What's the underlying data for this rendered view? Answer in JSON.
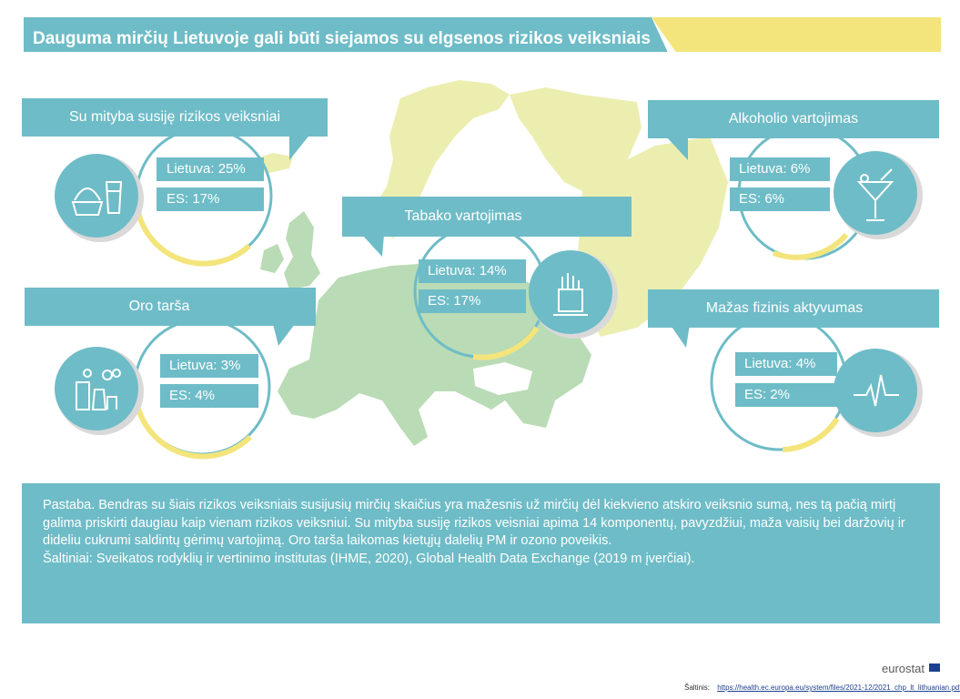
{
  "title": "Dauguma mirčių Lietuvoje gali būti siejamos su elgsenos rizikos veiksniais",
  "colors": {
    "teal": "#6ebcc7",
    "yellow": "#f3e57c",
    "map_green": "#b9dbb5",
    "map_yellow": "#eceeb0"
  },
  "factors": [
    {
      "label": "Su mityba susiję rizikos veiksniai",
      "lithuania": "Lietuva: 25%",
      "eu": "ES: 17%",
      "lt_value": 25,
      "eu_value": 17,
      "icon": "food-drink-icon"
    },
    {
      "label": "Alkoholio vartojimas",
      "lithuania": "Lietuva: 6%",
      "eu": "ES: 6%",
      "lt_value": 6,
      "eu_value": 6,
      "icon": "cocktail-icon"
    },
    {
      "label": "Tabako vartojimas",
      "lithuania": "Lietuva: 14%",
      "eu": "ES: 17%",
      "lt_value": 14,
      "eu_value": 17,
      "icon": "cigarettes-icon"
    },
    {
      "label": "Oro tarša",
      "lithuania": "Lietuva: 3%",
      "eu": "ES: 4%",
      "lt_value": 3,
      "eu_value": 4,
      "icon": "factory-icon"
    },
    {
      "label": "Mažas fizinis aktyvumas",
      "lithuania": "Lietuva: 4%",
      "eu": "ES: 2%",
      "lt_value": 4,
      "eu_value": 2,
      "icon": "heartbeat-icon"
    }
  ],
  "note": "Pastaba. Bendras su šiais rizikos veiksniais susijusių mirčių skaičius yra mažesnis už mirčių dėl kiekvieno atskiro veiksnio sumą, nes tą pačią mirtį galima priskirti daugiau kaip vienam rizikos veiksniui. Su mityba susiję rizikos veisniai apima 14 komponentų, pavyzdžiui, maža vaisių bei daržovių ir dideliu cukrumi saldintų gėrimų vartojimą.  Oro tarša laikomas kietųjų dalelių PM ir ozono poveikis.",
  "sources": "Šaltiniai: Sveikatos rodyklių ir vertinimo institutas (IHME, 2020), Global Health Data Exchange (2019 m įverčiai).",
  "logo": "eurostat",
  "footer": {
    "label": "Šaltinis:",
    "url": "https://health.ec.europa.eu/system/files/2021-12/2021_chp_lt_lithuanian.pdf"
  }
}
